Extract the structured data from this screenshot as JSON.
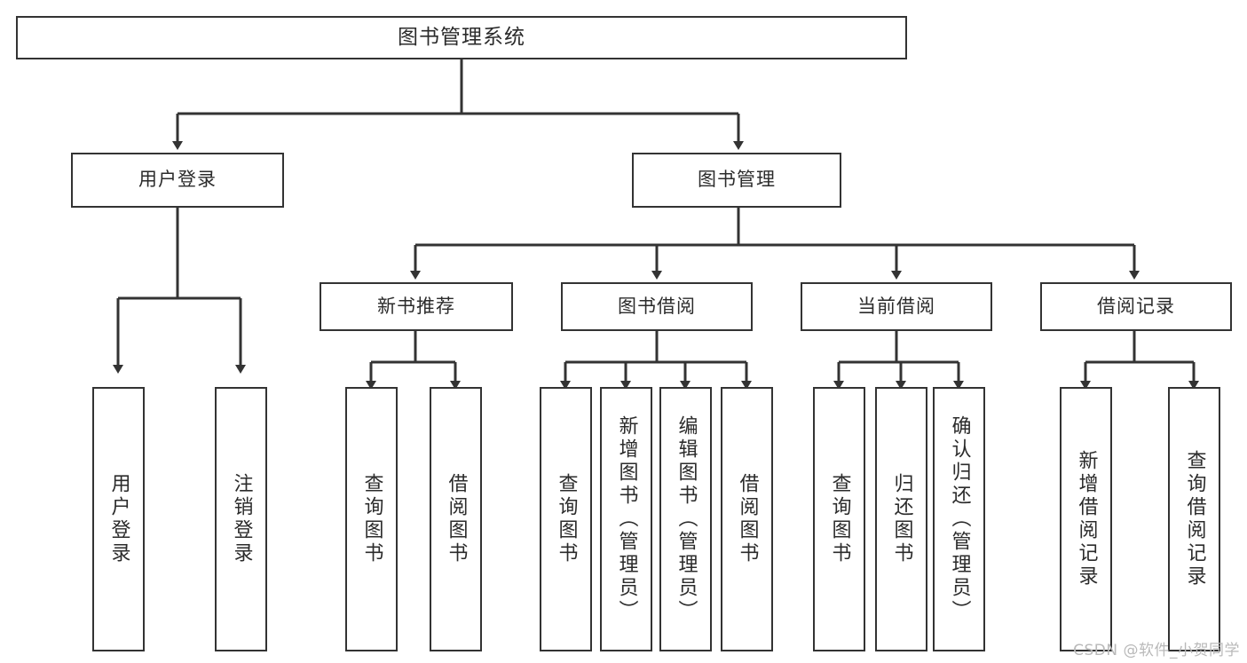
{
  "diagram": {
    "type": "tree",
    "title": "图书管理系统",
    "root": {
      "label": "图书管理系统"
    },
    "level2": [
      {
        "label": "用户登录"
      },
      {
        "label": "图书管理"
      }
    ],
    "level3": [
      {
        "label": "新书推荐"
      },
      {
        "label": "图书借阅"
      },
      {
        "label": "当前借阅"
      },
      {
        "label": "借阅记录"
      }
    ],
    "leaves": {
      "user_login": [
        {
          "label": "用户登录"
        },
        {
          "label": "注销登录"
        }
      ],
      "new_book_recommend": [
        {
          "label": "查询图书"
        },
        {
          "label": "借阅图书"
        }
      ],
      "book_borrow": [
        {
          "label": "查询图书"
        },
        {
          "label": "新增图书（管理员）"
        },
        {
          "label": "编辑图书（管理员）"
        },
        {
          "label": "借阅图书"
        }
      ],
      "current_borrow": [
        {
          "label": "查询图书"
        },
        {
          "label": "归还图书"
        },
        {
          "label": "确认归还（管理员）"
        }
      ],
      "borrow_record": [
        {
          "label": "新增借阅记录"
        },
        {
          "label": "查询借阅记录"
        }
      ]
    },
    "colors": {
      "node_border": "#333333",
      "node_fill": "#ffffff",
      "edge": "#333333",
      "text": "#2b2b2b",
      "background": "#ffffff",
      "watermark": "#b9b9b9"
    }
  },
  "watermark": {
    "text": "CSDN @软件_小贺同学"
  }
}
